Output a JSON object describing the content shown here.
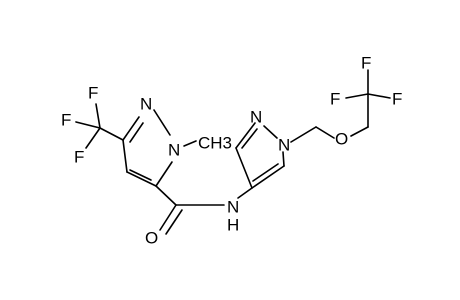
{
  "molecule": {
    "atoms": {
      "f_top": "F",
      "f_left": "F",
      "f_bottom": "F",
      "n2_left_ring": "N",
      "n1_left_ring": "N",
      "methyl": "CH3",
      "o_carbonyl": "O",
      "n_amide": "N",
      "h_amide": "H",
      "n2_right_ring": "N",
      "n1_right_ring": "N",
      "o_ether": "O",
      "f_tf_top": "F",
      "f_tf_left": "F",
      "f_tf_right": "F"
    },
    "colors": {
      "bond": "#000000",
      "label": "#000000",
      "background": "#ffffff"
    }
  }
}
